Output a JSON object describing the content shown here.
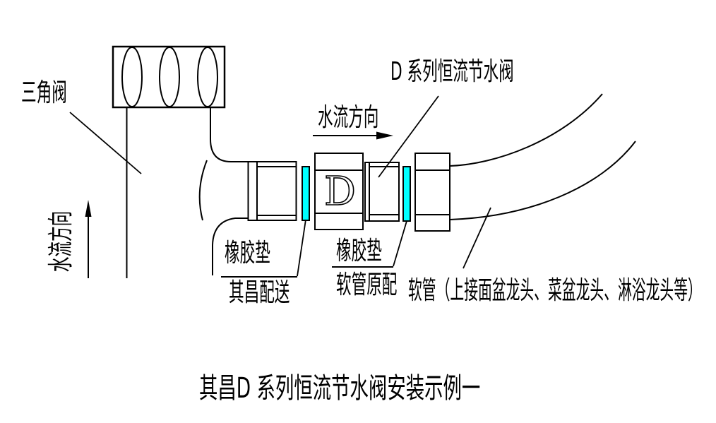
{
  "colors": {
    "line": "#000000",
    "background": "#ffffff",
    "gasket_fill": "#00ffff"
  },
  "labels": {
    "triangle_valve": "三角阀",
    "flow_direction_left": "水流方向",
    "flow_direction_top": "水流方向",
    "d_series_valve": "D 系列恒流节水阀",
    "valve_letter": "D",
    "gasket_left": {
      "line1": "橡胶垫",
      "line2": "其昌配送"
    },
    "gasket_right": {
      "line1": "橡胶垫",
      "line2": "软管原配"
    },
    "hose": "软管（上接面盆龙头、菜盆龙头、淋浴龙头等）",
    "caption": "其昌D 系列恒流节水阀安装示例一"
  }
}
